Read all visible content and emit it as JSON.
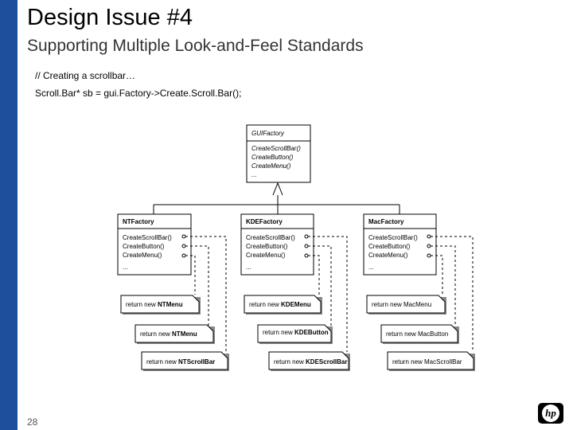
{
  "title": "Design Issue #4",
  "subtitle": "Supporting Multiple Look-and-Feel Standards",
  "code": {
    "line1": "// Creating a scrollbar…",
    "line2": "Scroll.Bar* sb = gui.Factory->Create.Scroll.Bar();"
  },
  "page_number": "28",
  "logo_text": "hp",
  "diagram": {
    "gui_factory": {
      "name": "GUIFactory",
      "ops": [
        "CreateScrollBar()",
        "CreateButton()",
        "CreateMenu()",
        "..."
      ]
    },
    "nt_factory": {
      "name": "NTFactory",
      "ops": [
        "CreateScrollBar()",
        "CreateButton()",
        "CreateMenu()",
        "..."
      ]
    },
    "kde_factory": {
      "name": "KDEFactory",
      "ops": [
        "CreateScrollBar()",
        "CreateButton()",
        "CreateMenu()",
        "..."
      ]
    },
    "mac_factory": {
      "name": "MacFactory",
      "ops": [
        "CreateScrollBar()",
        "CreateButton()",
        "CreateMenu()",
        "..."
      ]
    },
    "notes": {
      "nt_menu_prefix": "return new ",
      "nt_menu_class": "NTMenu",
      "nt_button_prefix": "return new ",
      "nt_button_class": "NTMenu",
      "nt_scroll_prefix": "return new ",
      "nt_scroll_class": "NTScrollBar",
      "kde_menu_prefix": "return new ",
      "kde_menu_class": "KDEMenu",
      "kde_button_prefix": "return new ",
      "kde_button_class": "KDEButton",
      "kde_scroll_prefix": "return new ",
      "kde_scroll_class": "KDEScrollBar",
      "mac_menu": "return new MacMenu",
      "mac_button": "return new MacButton",
      "mac_scroll": "return new MacScrollBar"
    }
  }
}
